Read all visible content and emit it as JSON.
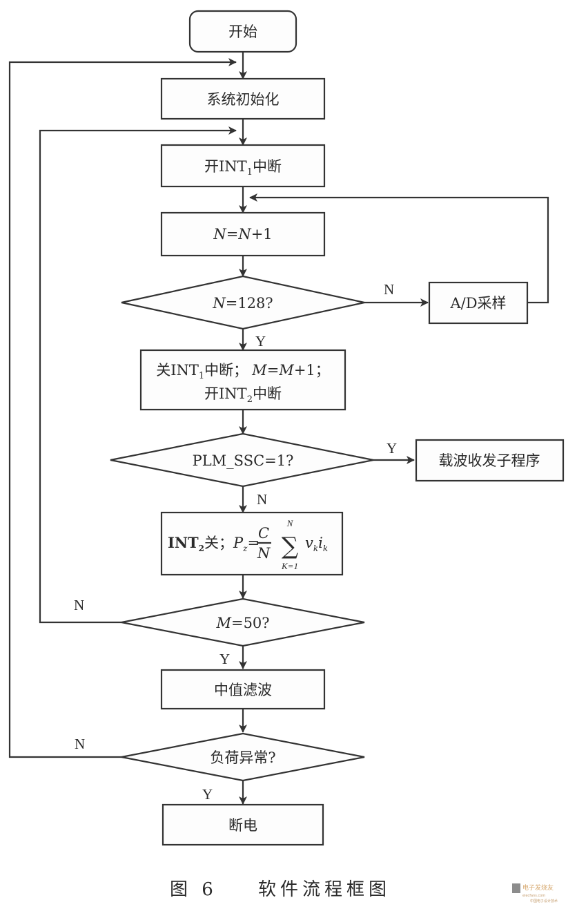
{
  "figure": {
    "caption_number": "图 6",
    "caption_title": "软件流程框图",
    "watermark": {
      "brand": "电子发烧友",
      "site": "elecfans.com",
      "tagline": "中国电子设计技术"
    }
  },
  "nodes": {
    "start": {
      "type": "terminal",
      "label": "开始"
    },
    "init": {
      "type": "process",
      "label": "系统初始化"
    },
    "open_int1": {
      "type": "process",
      "label_pre": "开INT",
      "sub": "1",
      "label_post": "中断"
    },
    "n_inc": {
      "type": "process",
      "var": "N",
      "eq": "=",
      "var2": "N",
      "rest": "+1"
    },
    "n_check": {
      "type": "decision",
      "var": "N",
      "rest": "=128?"
    },
    "ad_sample": {
      "type": "process",
      "label": "A/D采样"
    },
    "close_int1": {
      "type": "process",
      "line1_pre": "关INT",
      "line1_sub": "1",
      "line1_mid": "中断；",
      "line1_var": "M",
      "line1_eq": "=",
      "line1_var2": "M",
      "line1_rest": "+1；",
      "line2_pre": "开INT",
      "line2_sub": "2",
      "line2_post": "中断"
    },
    "plm_check": {
      "type": "decision",
      "label": "PLM_SSC=1?"
    },
    "carrier": {
      "type": "process",
      "label": "载波收发子程序"
    },
    "power_calc": {
      "type": "process",
      "pre": "INT",
      "sub": "2",
      "post": "关；",
      "P": "P",
      "P_sub": "z",
      "eq": "=",
      "frac_num": "C",
      "frac_den": "N",
      "sigma": "∑",
      "sum_upper": "N",
      "sum_lower": "K=1",
      "term_v": "v",
      "term_v_sub": "k",
      "term_i": "i",
      "term_i_sub": "k"
    },
    "m_check": {
      "type": "decision",
      "var": "M",
      "rest": "=50?"
    },
    "median_filter": {
      "type": "process",
      "label": "中值滤波"
    },
    "load_check": {
      "type": "decision",
      "label": "负荷异常?"
    },
    "power_off": {
      "type": "process",
      "label": "断电"
    }
  },
  "edges": {
    "n_check_no": "N",
    "n_check_yes": "Y",
    "plm_check_yes": "Y",
    "plm_check_no": "N",
    "m_check_no": "N",
    "m_check_yes": "Y",
    "load_check_no": "N",
    "load_check_yes": "Y"
  }
}
